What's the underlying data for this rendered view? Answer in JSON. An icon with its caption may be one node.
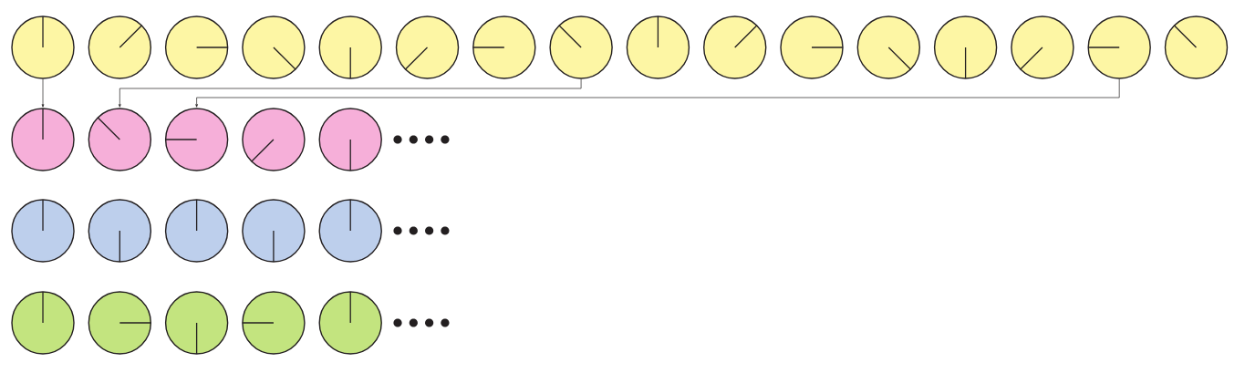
{
  "diagram": {
    "nodes": [
      {
        "text": [],
        "shape": "circle"
      },
      {
        "text": [],
        "shape": "circle"
      },
      {
        "text": [],
        "shape": "circle"
      },
      {
        "text": [],
        "shape": "circle"
      },
      {
        "text": [],
        "shape": "circle"
      },
      {
        "text": [],
        "shape": "circle"
      },
      {
        "text": [],
        "shape": "circle"
      },
      {
        "text": [],
        "shape": "circle"
      },
      {
        "text": [],
        "shape": "circle"
      },
      {
        "text": [],
        "shape": "circle"
      },
      {
        "text": [],
        "shape": "circle"
      },
      {
        "text": [],
        "shape": "circle"
      },
      {
        "text": [],
        "shape": "circle"
      },
      {
        "text": [],
        "shape": "circle"
      },
      {
        "text": [],
        "shape": "circle"
      },
      {
        "text": [],
        "shape": "circle"
      },
      {
        "text": [],
        "shape": "circle"
      },
      {
        "text": [],
        "shape": "circle"
      },
      {
        "text": [],
        "shape": "circle"
      },
      {
        "text": [],
        "shape": "circle"
      },
      {
        "text": [],
        "shape": "circle"
      },
      {
        "text": [],
        "shape": "circle"
      },
      {
        "text": [],
        "shape": "circle"
      },
      {
        "text": [],
        "shape": "circle"
      },
      {
        "text": [],
        "shape": "circle"
      },
      {
        "text": [],
        "shape": "circle"
      },
      {
        "text": [],
        "shape": "circle"
      },
      {
        "text": [],
        "shape": "circle"
      },
      {
        "text": [],
        "shape": "circle"
      },
      {
        "text": [],
        "shape": "circle"
      },
      {
        "text": [],
        "shape": "circle"
      }
    ],
    "edges": [
      {
        "from": 0,
        "to": 16,
        "arrow": "to"
      },
      {
        "from": 7,
        "to": 17,
        "arrow": "to"
      },
      {
        "from": 14,
        "to": 18,
        "arrow": "to"
      }
    ]
  }
}
